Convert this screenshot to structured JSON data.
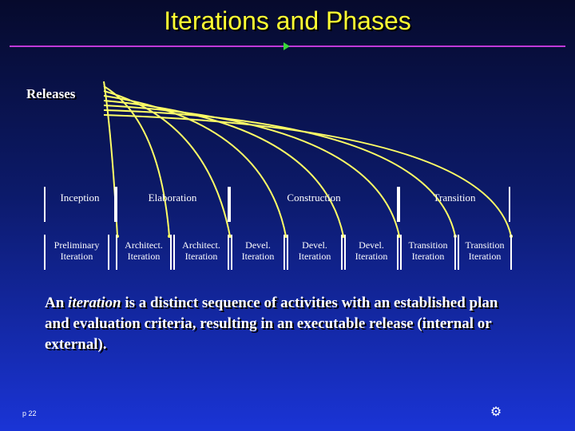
{
  "title": "Iterations and Phases",
  "releases_label": "Releases",
  "phases": [
    "Inception",
    "Elaboration",
    "Construction",
    "Transition"
  ],
  "iterations": [
    "Preliminary Iteration",
    "Architect. Iteration",
    "Architect. Iteration",
    "Devel. Iteration",
    "Devel. Iteration",
    "Devel. Iteration",
    "Transition Iteration",
    "Transition Iteration"
  ],
  "definition": {
    "prefix": "An ",
    "term": "iteration",
    "suffix": " is a distinct sequence of activities with an established plan and evaluation criteria, resulting in an executable release (internal or external)."
  },
  "page_number": "p 22",
  "colors": {
    "title": "#ffff33",
    "rule": "#c03ad8",
    "arc": "#ffff66",
    "background_top": "#060a2c",
    "background_bottom": "#1a34d6"
  },
  "icons": [
    "gear-icon"
  ]
}
